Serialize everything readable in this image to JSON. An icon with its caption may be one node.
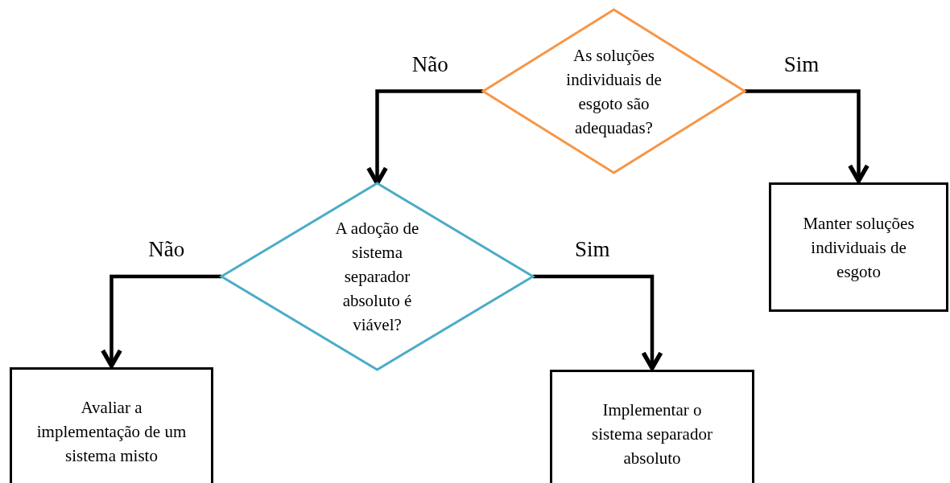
{
  "diagram": {
    "nodes": [
      {
        "text": [
          "As soluções individuais de esgoto são adequadas?"
        ]
      },
      {
        "text": [
          "A adoção de sistema separador absoluto é viável?"
        ]
      },
      {
        "text": [
          "Manter soluções individuais de esgoto"
        ]
      },
      {
        "text": [
          "Avaliar a implementação de um sistema misto"
        ]
      },
      {
        "text": [
          "Implementar o sistema separador absoluto"
        ]
      }
    ],
    "edges": [
      {
        "from": 0,
        "to": 1,
        "arrow": "to",
        "label": "Não"
      },
      {
        "from": 0,
        "to": 2,
        "arrow": "to",
        "label": "Sim"
      },
      {
        "from": 1,
        "to": 3,
        "arrow": "to",
        "label": "Não"
      },
      {
        "from": 1,
        "to": 4,
        "arrow": "to",
        "label": "Sim"
      }
    ]
  }
}
